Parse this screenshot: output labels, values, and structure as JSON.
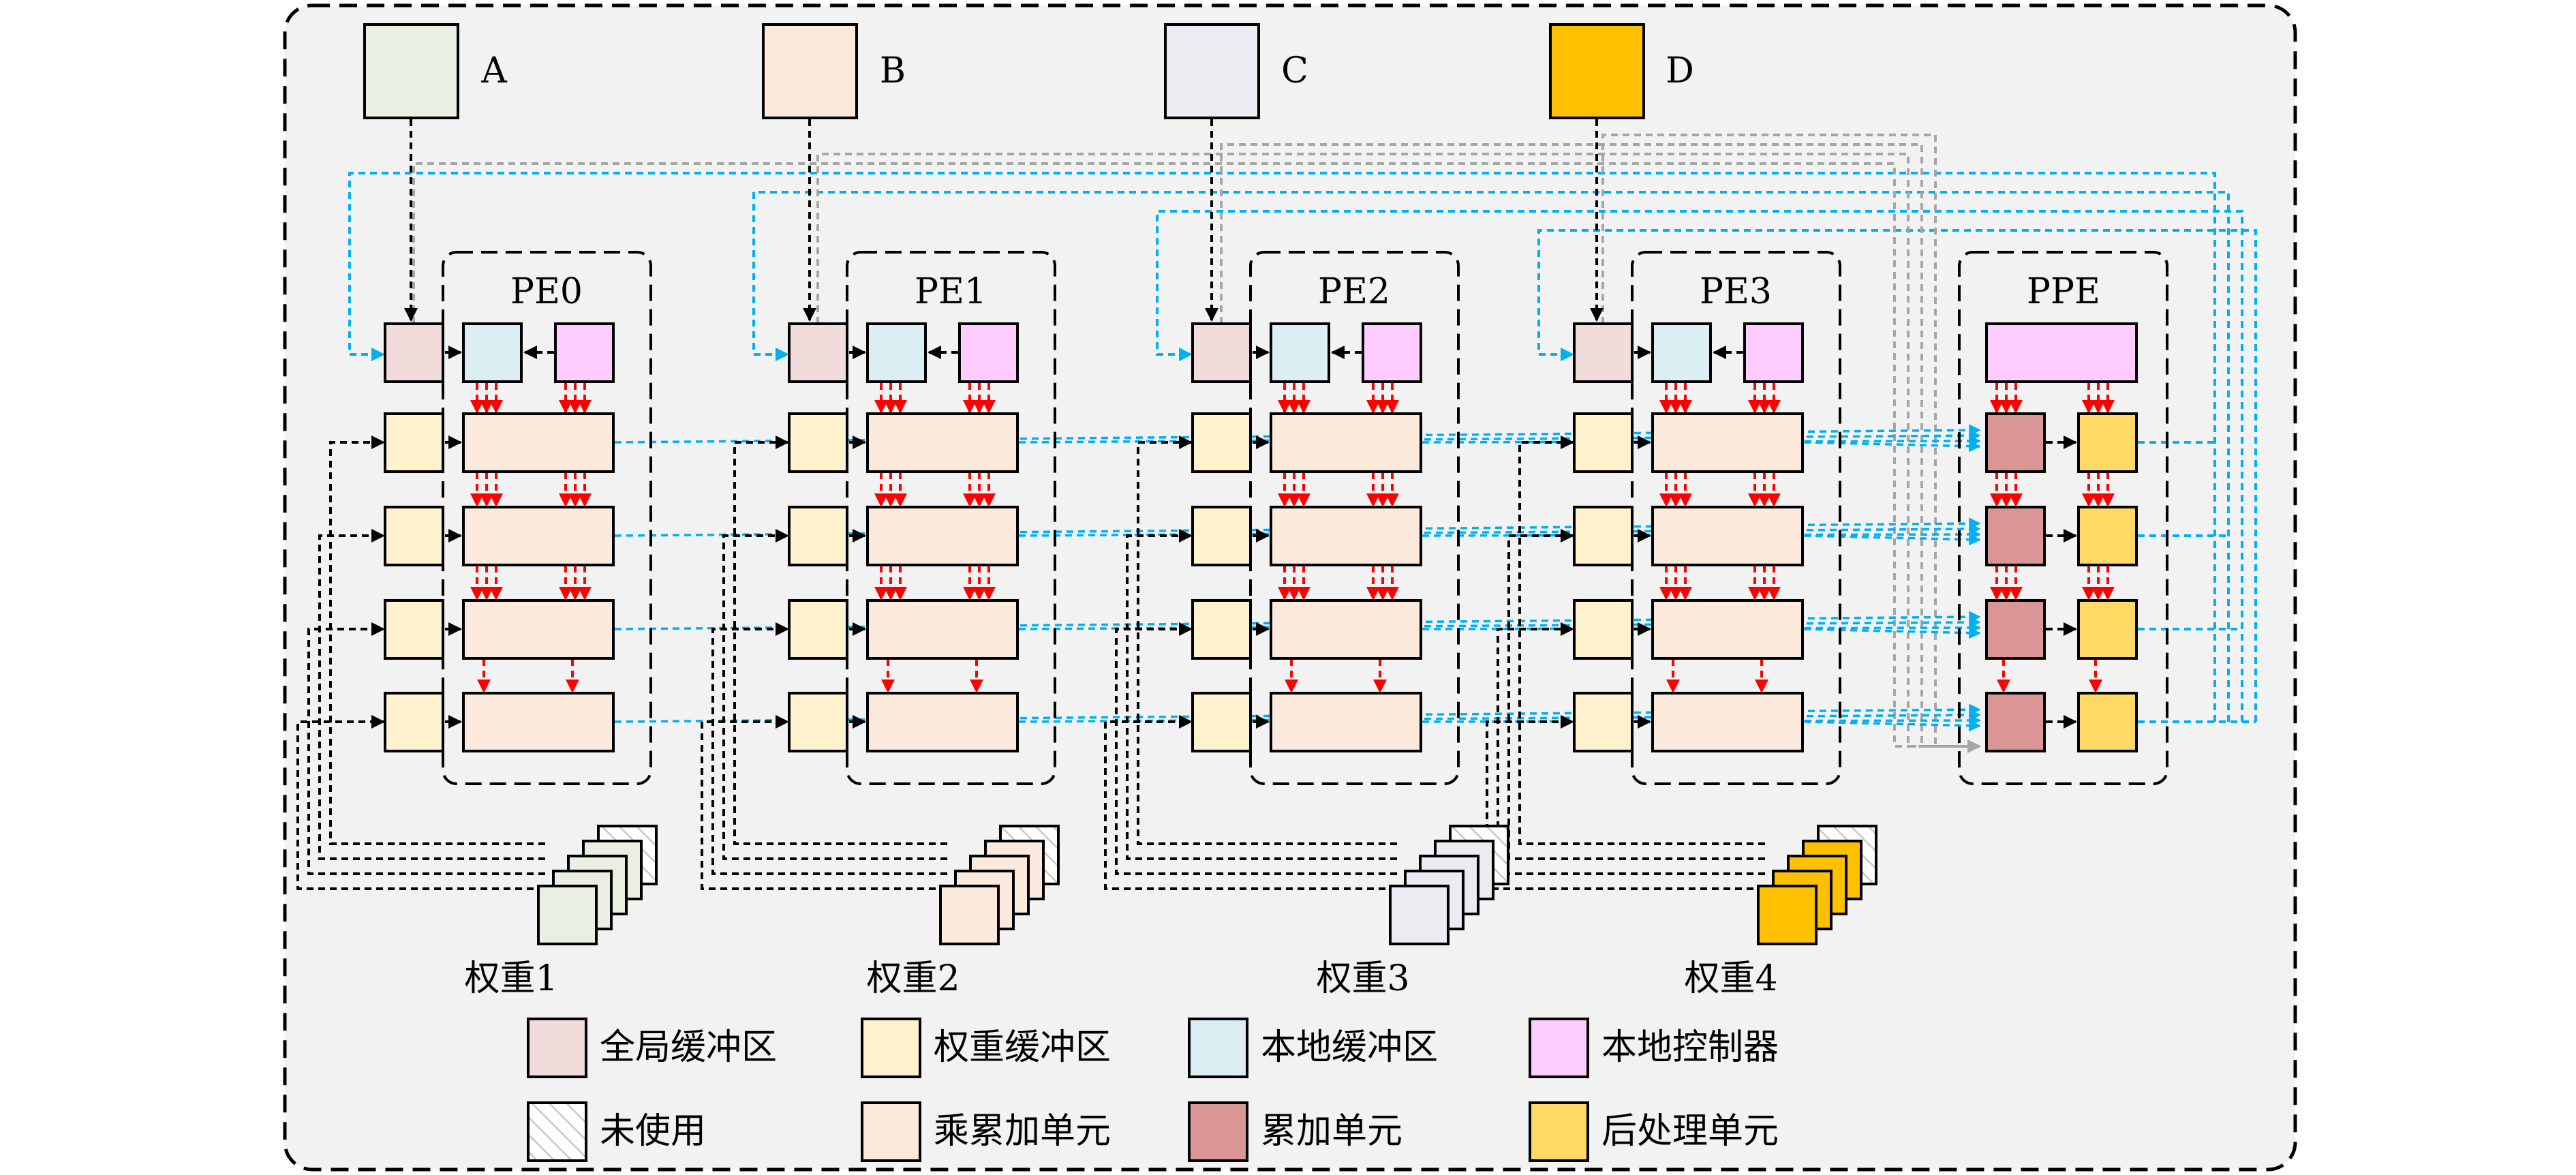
{
  "inputs": [
    {
      "label": "A",
      "color": "#eaf0e1"
    },
    {
      "label": "B",
      "color": "#fbe9dc"
    },
    {
      "label": "C",
      "color": "#ecebf1"
    },
    {
      "label": "D",
      "color": "#ffc000"
    }
  ],
  "pes": [
    {
      "label": "PE0"
    },
    {
      "label": "PE1"
    },
    {
      "label": "PE2"
    },
    {
      "label": "PE3"
    }
  ],
  "ppe": {
    "label": "PPE"
  },
  "weights": [
    {
      "label": "权重1",
      "color": "#eaf0e1"
    },
    {
      "label": "权重2",
      "color": "#fbe9dc"
    },
    {
      "label": "权重3",
      "color": "#ecebf1"
    },
    {
      "label": "权重4",
      "color": "#ffc000"
    }
  ],
  "legend": [
    {
      "label": "全局缓冲区",
      "color": "#f2dcdb",
      "hatch": false
    },
    {
      "label": "权重缓冲区",
      "color": "#fff2cc",
      "hatch": false
    },
    {
      "label": "本地缓冲区",
      "color": "#dbeef4",
      "hatch": false
    },
    {
      "label": "本地控制器",
      "color": "#ffccff",
      "hatch": false
    },
    {
      "label": "未使用",
      "color": "#ffffff",
      "hatch": true
    },
    {
      "label": "乘累加单元",
      "color": "#fbe9dc",
      "hatch": false
    },
    {
      "label": "累加单元",
      "color": "#d99694",
      "hatch": false
    },
    {
      "label": "后处理单元",
      "color": "#ffd966",
      "hatch": false
    }
  ],
  "colors": {
    "global_buffer": "#f2dcdb",
    "weight_buffer": "#fff2cc",
    "local_buffer": "#dbeef4",
    "local_controller": "#ffccff",
    "mac_unit": "#fbe9dc",
    "accumulator": "#d99694",
    "post_processor": "#ffd966",
    "background": "#f2f2f2",
    "blue_line": "#00b0f0",
    "gray_line": "#a6a6a6",
    "red_arrow": "#ff0000"
  }
}
